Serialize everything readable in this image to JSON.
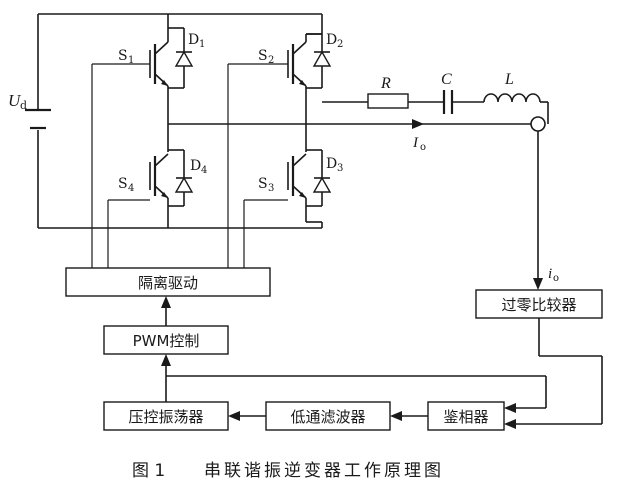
{
  "source": {
    "symbol": "U",
    "subscript": "d"
  },
  "switches": [
    {
      "name": "S",
      "index": "1",
      "diode_name": "D",
      "diode_index": "1"
    },
    {
      "name": "S",
      "index": "2",
      "diode_name": "D",
      "diode_index": "2"
    },
    {
      "name": "S",
      "index": "4",
      "diode_name": "D",
      "diode_index": "4"
    },
    {
      "name": "S",
      "index": "3",
      "diode_name": "D",
      "diode_index": "3"
    }
  ],
  "load": {
    "resistor": "R",
    "capacitor": "C",
    "inductor": "L"
  },
  "current_labels": {
    "line": {
      "symbol": "I",
      "subscript": "o"
    },
    "sensed": {
      "symbol": "i",
      "subscript": "o"
    }
  },
  "blocks": {
    "isolation_drive": "隔离驱动",
    "pwm_control": "PWM控制",
    "zero_cross_comparator": "过零比较器",
    "vco": "压控振荡器",
    "low_pass_filter": "低通滤波器",
    "phase_detector": "鉴相器"
  },
  "caption": {
    "figure_number": "图 1",
    "title": "串联谐振逆变器工作原理图"
  }
}
